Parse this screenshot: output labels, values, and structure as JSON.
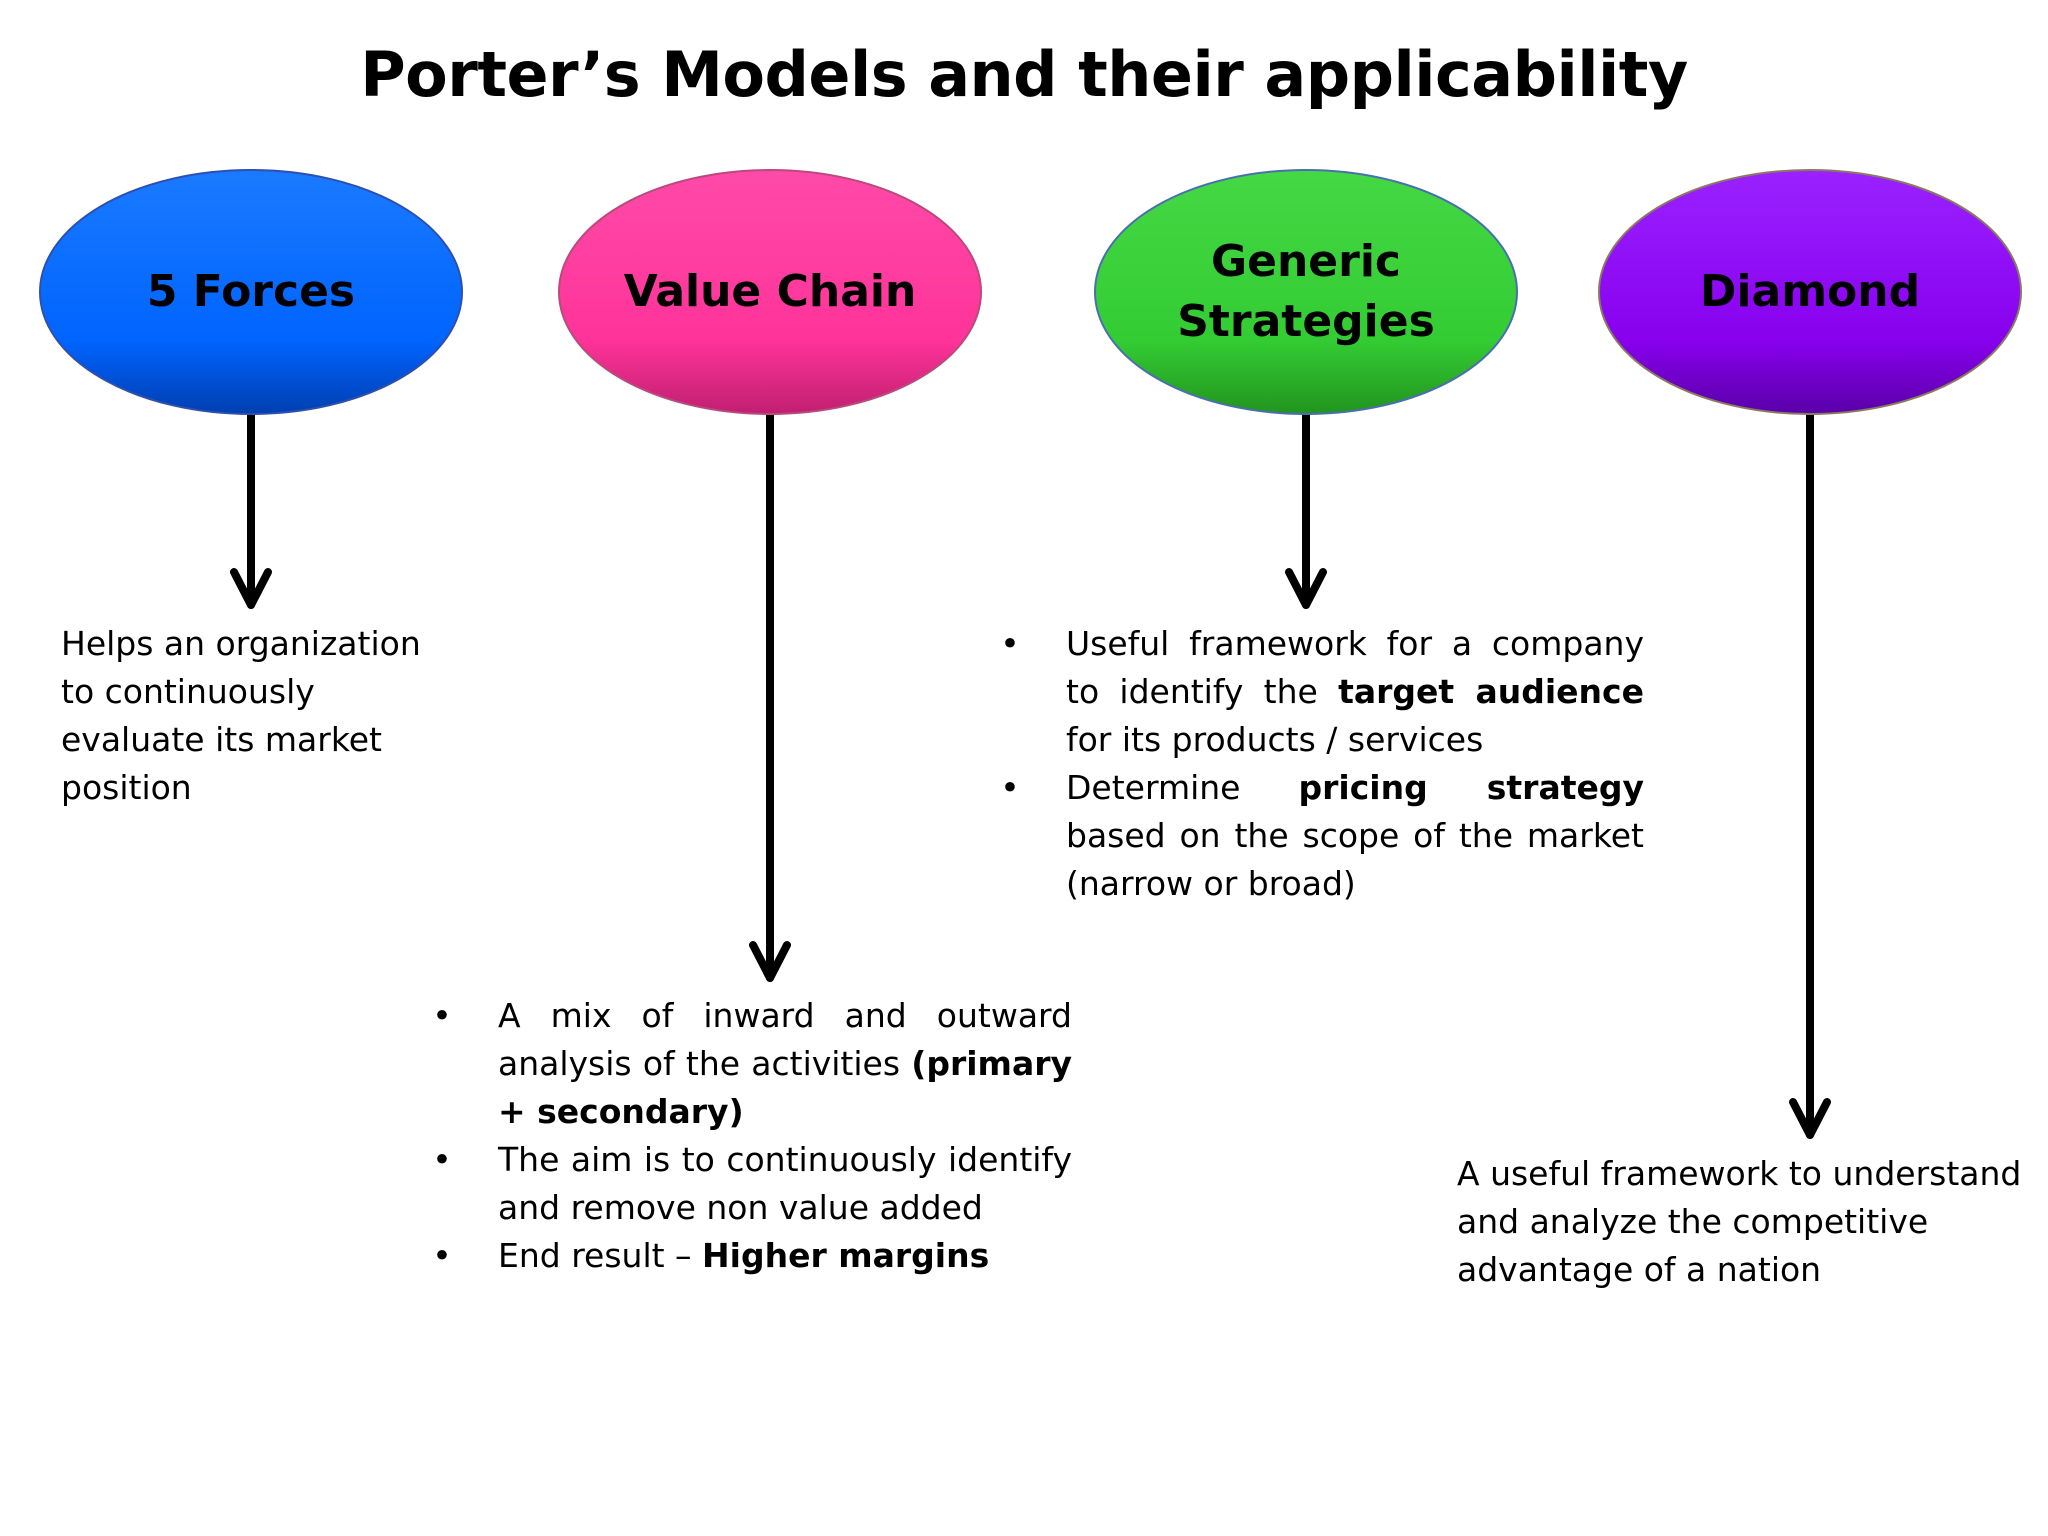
{
  "title": "Porter’s Models and their applicability",
  "colors": {
    "forces": "#0066ff",
    "value_chain": "#ff3399",
    "generic": "#33cc33",
    "diamond": "#8800ee",
    "arrow": "#000000"
  },
  "models": {
    "forces": {
      "label": "5 Forces",
      "description": "Helps an organization to continuously evaluate its market position"
    },
    "value_chain": {
      "label": "Value Chain",
      "bullets": [
        {
          "pre": "A mix of inward and outward analysis of the activities ",
          "bold": "(primary + secondary)",
          "post": ""
        },
        {
          "pre": "The aim is to continuously identify and remove non value added",
          "bold": "",
          "post": ""
        },
        {
          "pre": "End result – ",
          "bold": "Higher margins",
          "post": ""
        }
      ]
    },
    "generic": {
      "label_line1": "Generic",
      "label_line2": "Strategies",
      "bullets": [
        {
          "pre": "Useful framework for a company to identify the ",
          "bold": "target audience",
          "post": " for its products / services"
        },
        {
          "pre": "Determine ",
          "bold": "pricing strategy",
          "post": " based on the scope of the market (narrow or broad)"
        }
      ]
    },
    "diamond": {
      "label": "Diamond",
      "description": "A useful framework to understand and analyze the competitive advantage of a nation"
    }
  },
  "bullet_symbol": "•"
}
